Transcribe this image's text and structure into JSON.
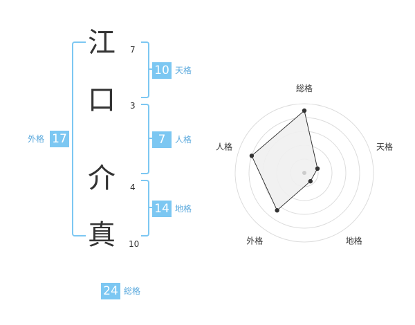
{
  "characters": [
    {
      "char": "江",
      "strokes": "7"
    },
    {
      "char": "口",
      "strokes": "3"
    },
    {
      "char": "介",
      "strokes": "4"
    },
    {
      "char": "真",
      "strokes": "10"
    }
  ],
  "fortune": {
    "tenkaku": {
      "label": "天格",
      "value": "10"
    },
    "jinkaku": {
      "label": "人格",
      "value": "7"
    },
    "chikaku": {
      "label": "地格",
      "value": "14"
    },
    "gaikaku": {
      "label": "外格",
      "value": "17"
    },
    "soukaku": {
      "label": "総格",
      "value": "24"
    }
  },
  "colors": {
    "accent": "#7cc7f2",
    "accent_text": "#5aa9dd",
    "radar_fill": "#f0f0f0",
    "radar_grid": "#dcdcdc"
  },
  "chart_data": {
    "type": "radar",
    "axes": [
      "総格",
      "天格",
      "地格",
      "外格",
      "人格"
    ],
    "values": [
      0.9,
      0.2,
      0.15,
      0.67,
      0.8
    ],
    "range": [
      0,
      1
    ],
    "rings": 5
  }
}
